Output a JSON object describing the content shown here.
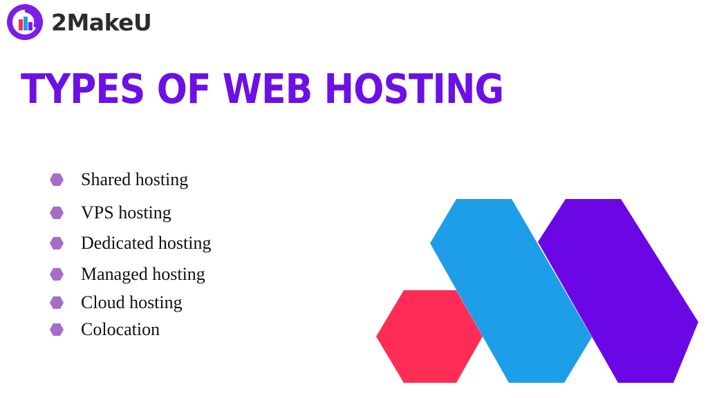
{
  "logo": {
    "name": "2MakeU"
  },
  "title": "TYPES OF WEB HOSTING",
  "bullets": [
    "Shared hosting",
    "VPS hosting",
    "Dedicated hosting",
    "Managed hosting",
    "Cloud hosting",
    "Colocation"
  ],
  "colors": {
    "title": "#6c10e6",
    "bullet_hex": "#a56cc8",
    "red_hexagon": "#ff2d55",
    "blue_bar": "#1e9ee8",
    "purple_bar": "#6b07e4",
    "logo_circle": "#7a1ee8"
  },
  "icons": {
    "logo": "2makeu-logo-icon",
    "bullet": "hexagon-bullet-icon",
    "graphic": "m-shape-logo-graphic"
  }
}
